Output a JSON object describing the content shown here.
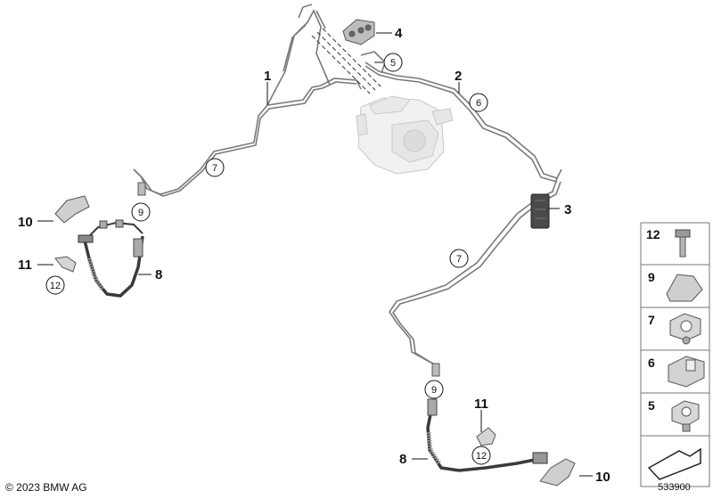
{
  "callouts": {
    "c1": "1",
    "c2": "2",
    "c3": "3",
    "c4": "4",
    "c8a": "8",
    "c8b": "8",
    "c10a": "10",
    "c10b": "10",
    "c11a": "11",
    "c11b": "11"
  },
  "circled": {
    "c5": "5",
    "c6": "6",
    "c7a": "7",
    "c7b": "7",
    "c9a": "9",
    "c9b": "9",
    "c12a": "12",
    "c12b": "12"
  },
  "legend": {
    "items": [
      "12",
      "9",
      "7",
      "6",
      "5"
    ]
  },
  "footer": {
    "copyright": "© 2023 BMW AG",
    "diagram_id": "533900"
  }
}
